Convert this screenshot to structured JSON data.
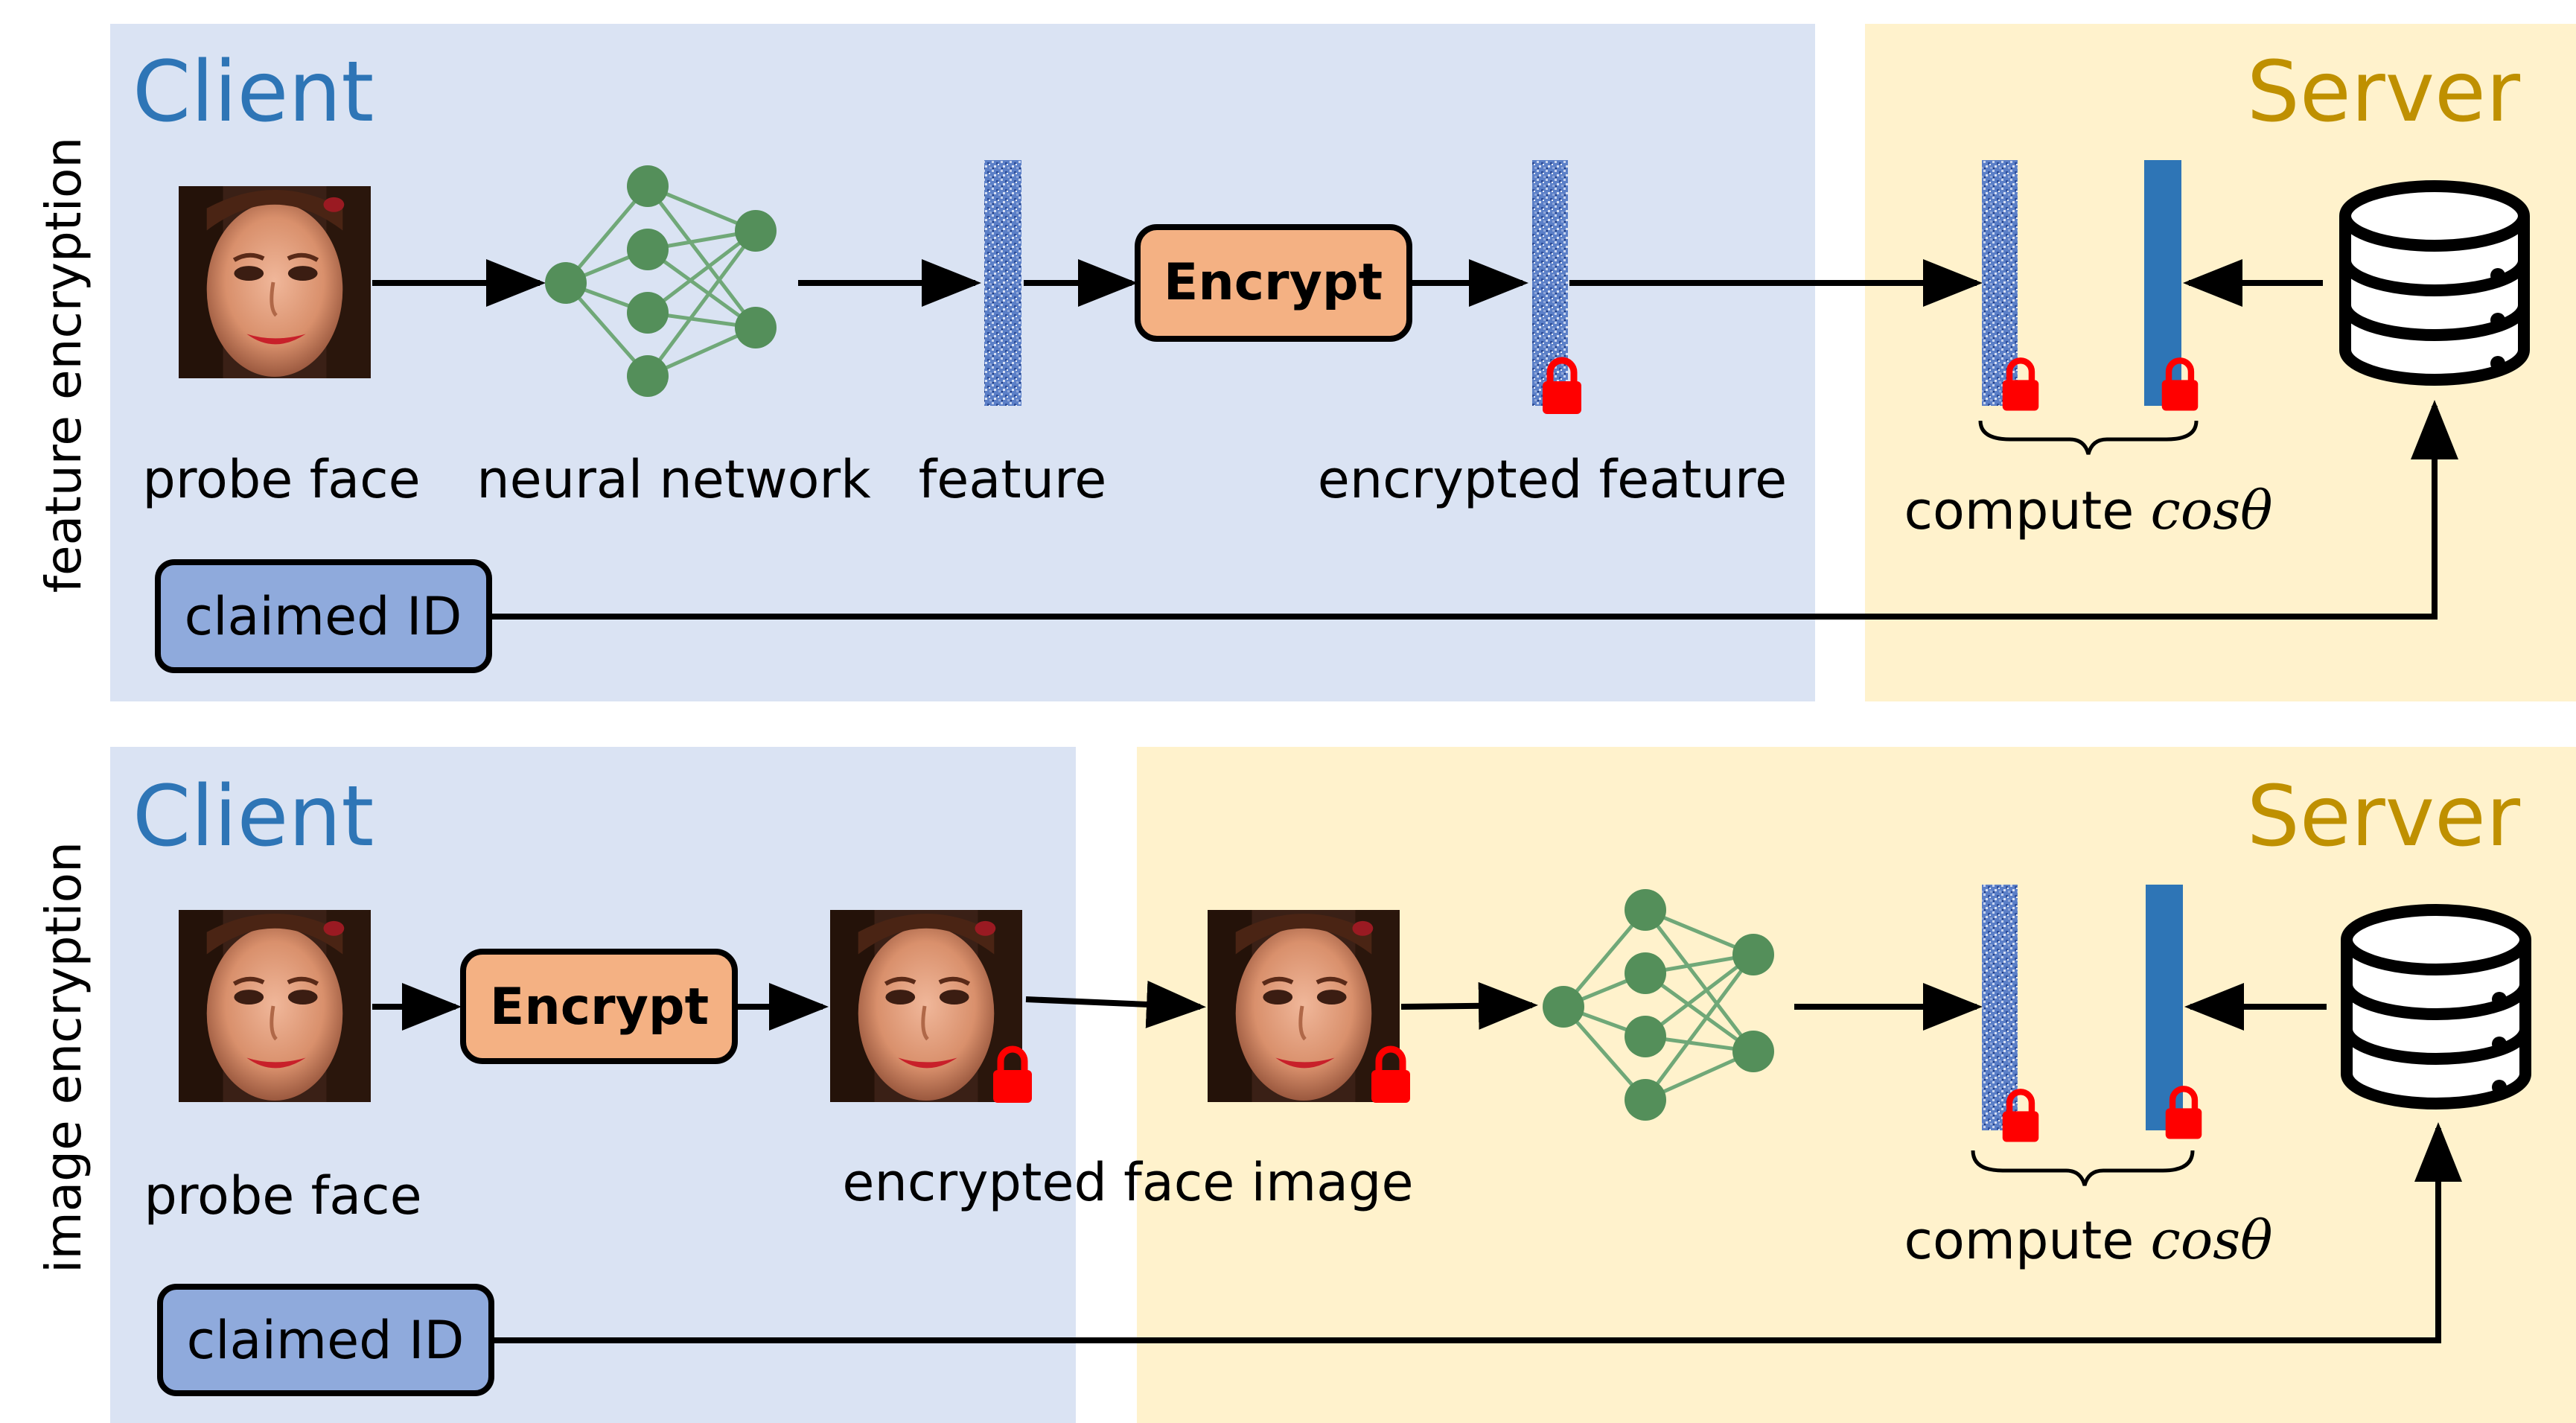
{
  "colors": {
    "client_bg": "#dae3f3",
    "server_bg": "#fff2cc",
    "client_title": "#2e75b6",
    "server_title": "#bf9000",
    "encrypt_fill": "#f4b183",
    "claimed_fill": "#8faadc",
    "network_node": "#548f5a",
    "network_edge": "#70a878",
    "feature_noisy": "#4a6fbf",
    "feature_plain": "#2e75b6",
    "lock": "#ff0000"
  },
  "icons": {
    "network": "neural-network-icon",
    "database": "database-icon",
    "lock": "lock-icon",
    "face": "face-image"
  },
  "top": {
    "row_label": "feature encryption",
    "client_title": "Client",
    "server_title": "Server",
    "probe_face": "probe face",
    "neural_network": "neural network",
    "feature": "feature",
    "encrypt": "Encrypt",
    "encrypted_feature": "encrypted feature",
    "compute_prefix": "compute ",
    "compute_expr": "cosθ",
    "claimed_id": "claimed ID"
  },
  "bottom": {
    "row_label": "image encryption",
    "client_title": "Client",
    "server_title": "Server",
    "probe_face": "probe face",
    "encrypt": "Encrypt",
    "encrypted_face_image": "encrypted face image",
    "compute_prefix": "compute ",
    "compute_expr": "cosθ",
    "claimed_id": "claimed ID"
  }
}
